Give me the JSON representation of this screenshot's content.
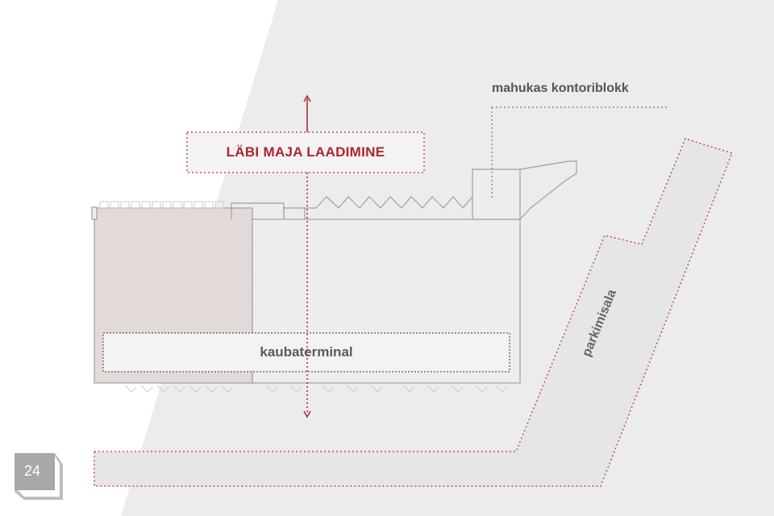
{
  "diagram": {
    "title": "LÄBI MAJA LAADIMINE",
    "labels": {
      "office": "mahukas kontoriblokk",
      "terminal": "kaubaterminal",
      "parking": "parkimisala"
    },
    "page_number": "24",
    "colors": {
      "accent": "#b0232f",
      "background_shape": "#ececec",
      "outline": "#9a9a9a",
      "hatched_area": "#e2dcdb"
    }
  }
}
